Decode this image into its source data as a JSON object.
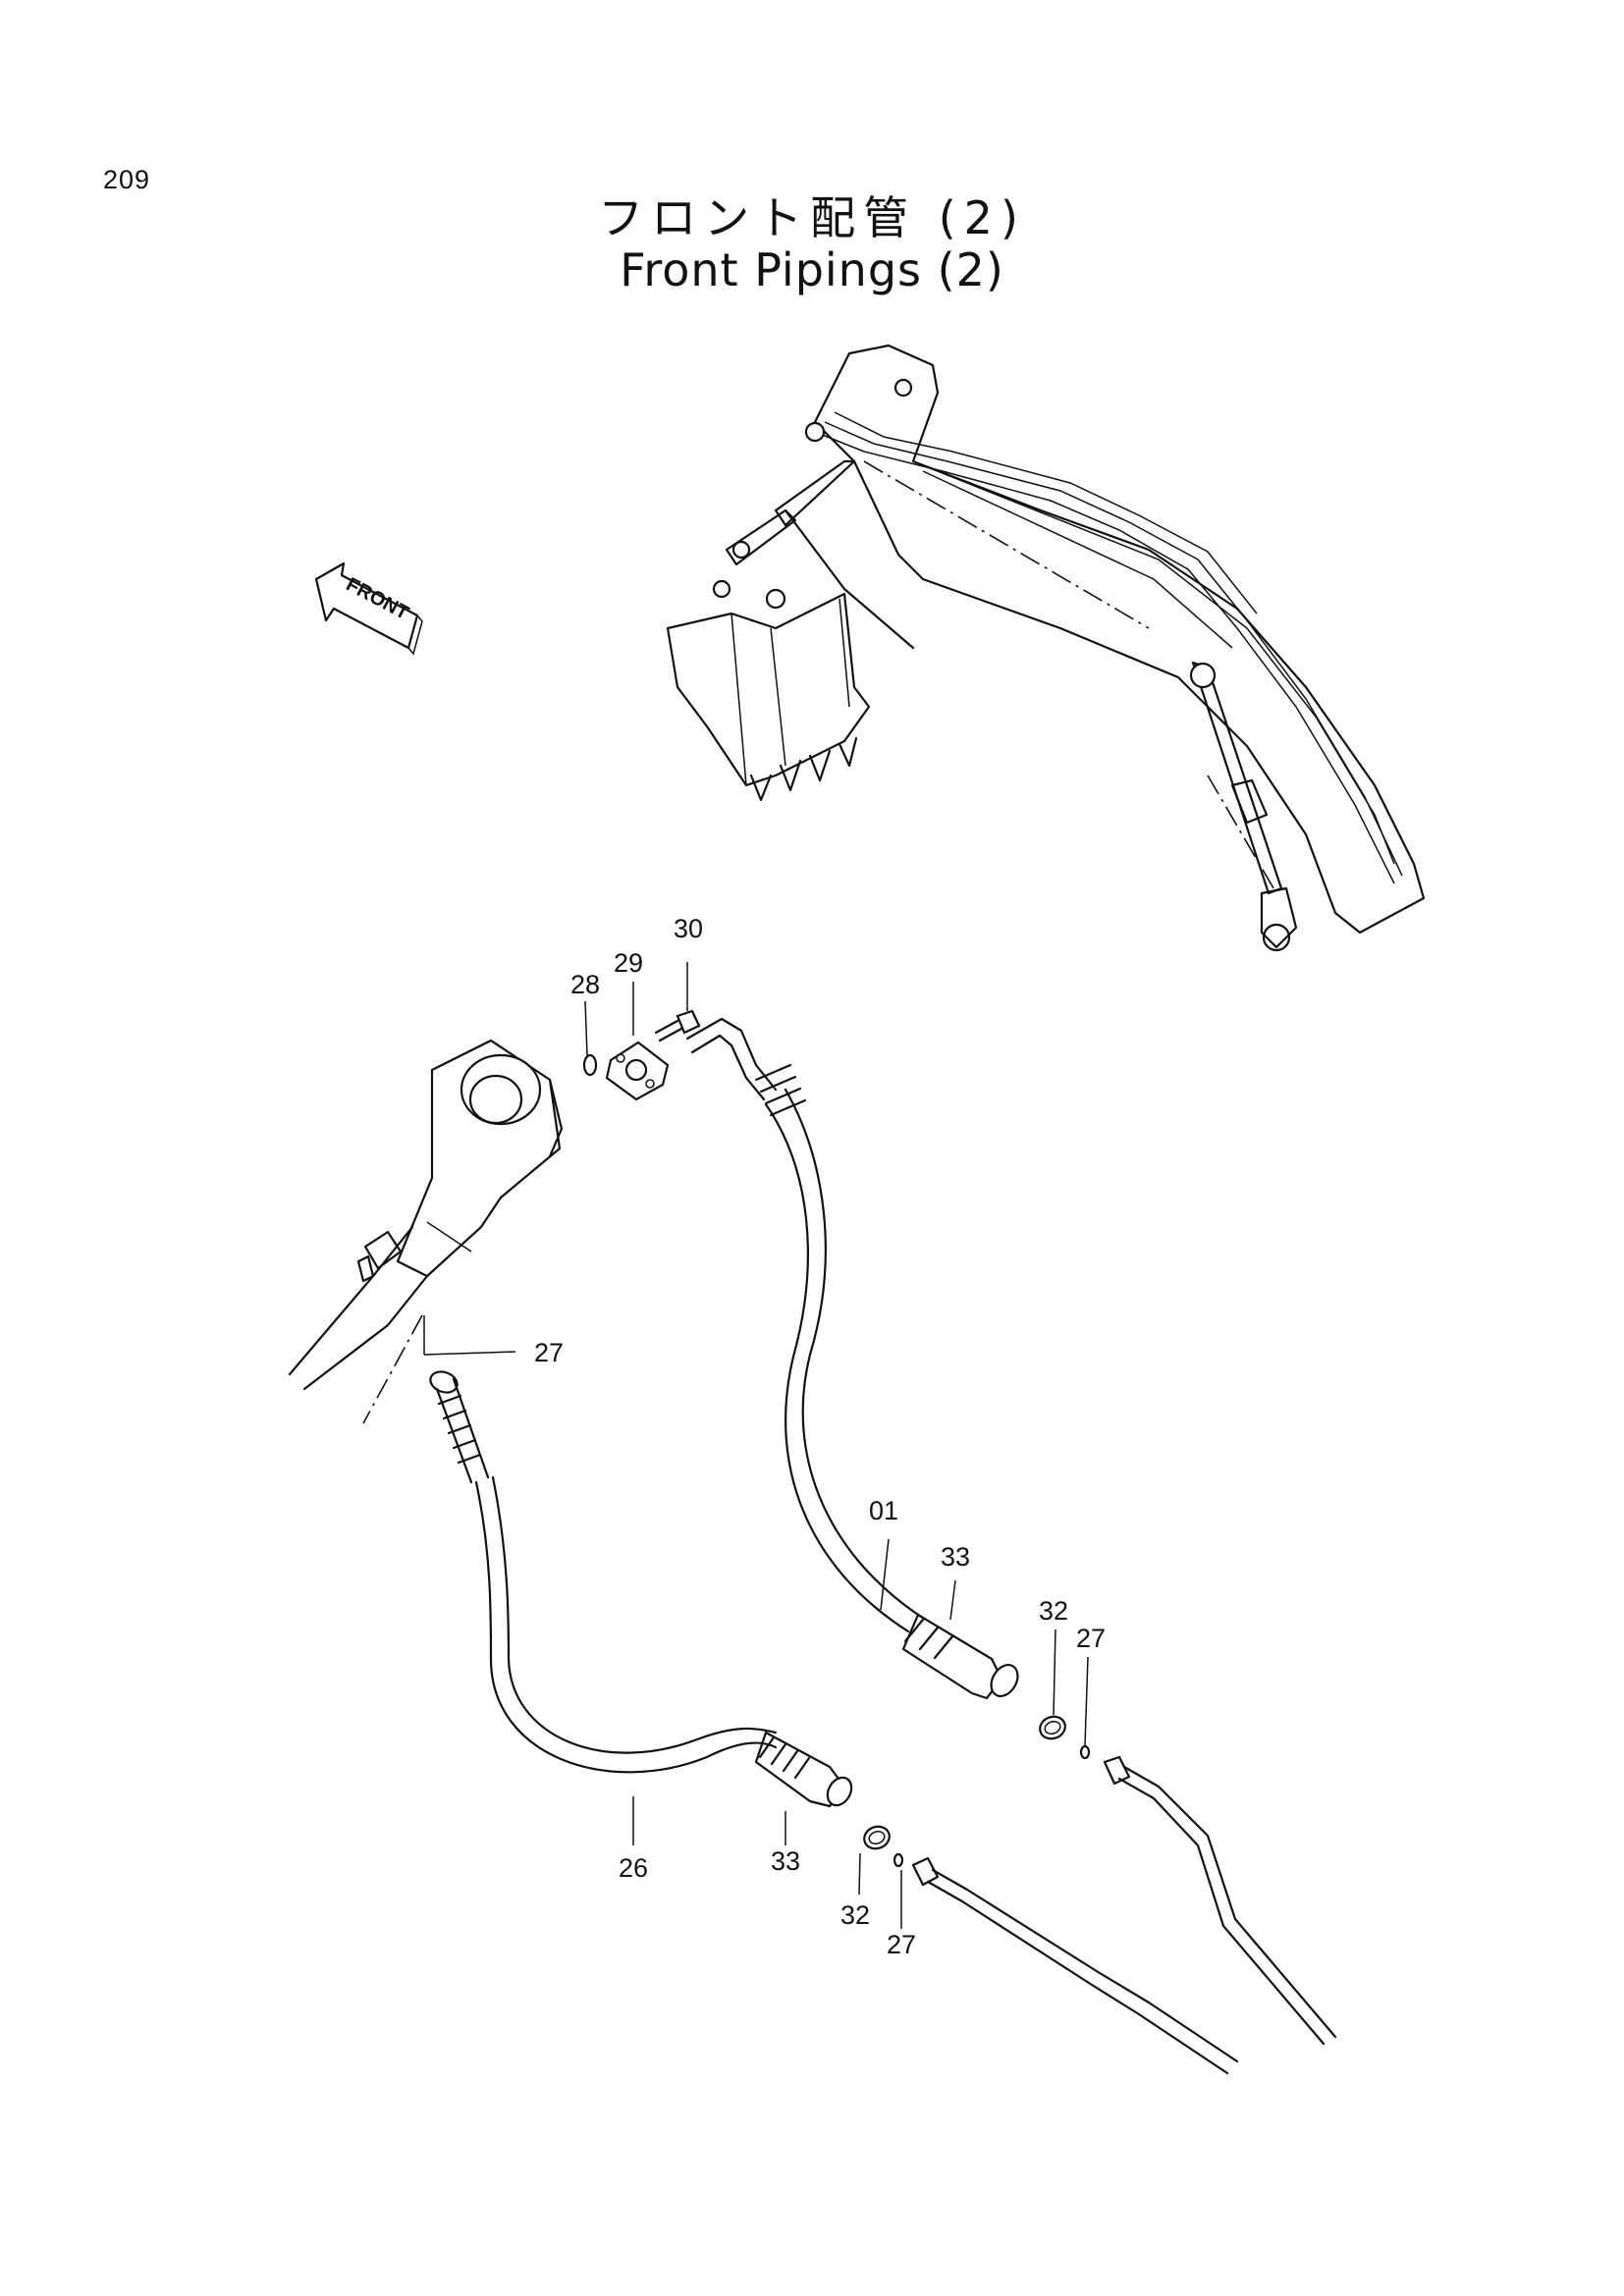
{
  "page_number": "209",
  "title_jp": "フロント配管 (2)",
  "title_en": "Front Pipings (2)",
  "front_arrow": {
    "label": "FRONT"
  },
  "callouts": [
    {
      "id": "c30",
      "text": "30"
    },
    {
      "id": "c29",
      "text": "29"
    },
    {
      "id": "c28",
      "text": "28"
    },
    {
      "id": "c27a",
      "text": "27"
    },
    {
      "id": "c01",
      "text": "01"
    },
    {
      "id": "c33a",
      "text": "33"
    },
    {
      "id": "c32a",
      "text": "32"
    },
    {
      "id": "c27b",
      "text": "27"
    },
    {
      "id": "c26",
      "text": "26"
    },
    {
      "id": "c33b",
      "text": "33"
    },
    {
      "id": "c32b",
      "text": "32"
    },
    {
      "id": "c27c",
      "text": "27"
    }
  ],
  "colors": {
    "line": "#111111",
    "background": "#ffffff"
  }
}
